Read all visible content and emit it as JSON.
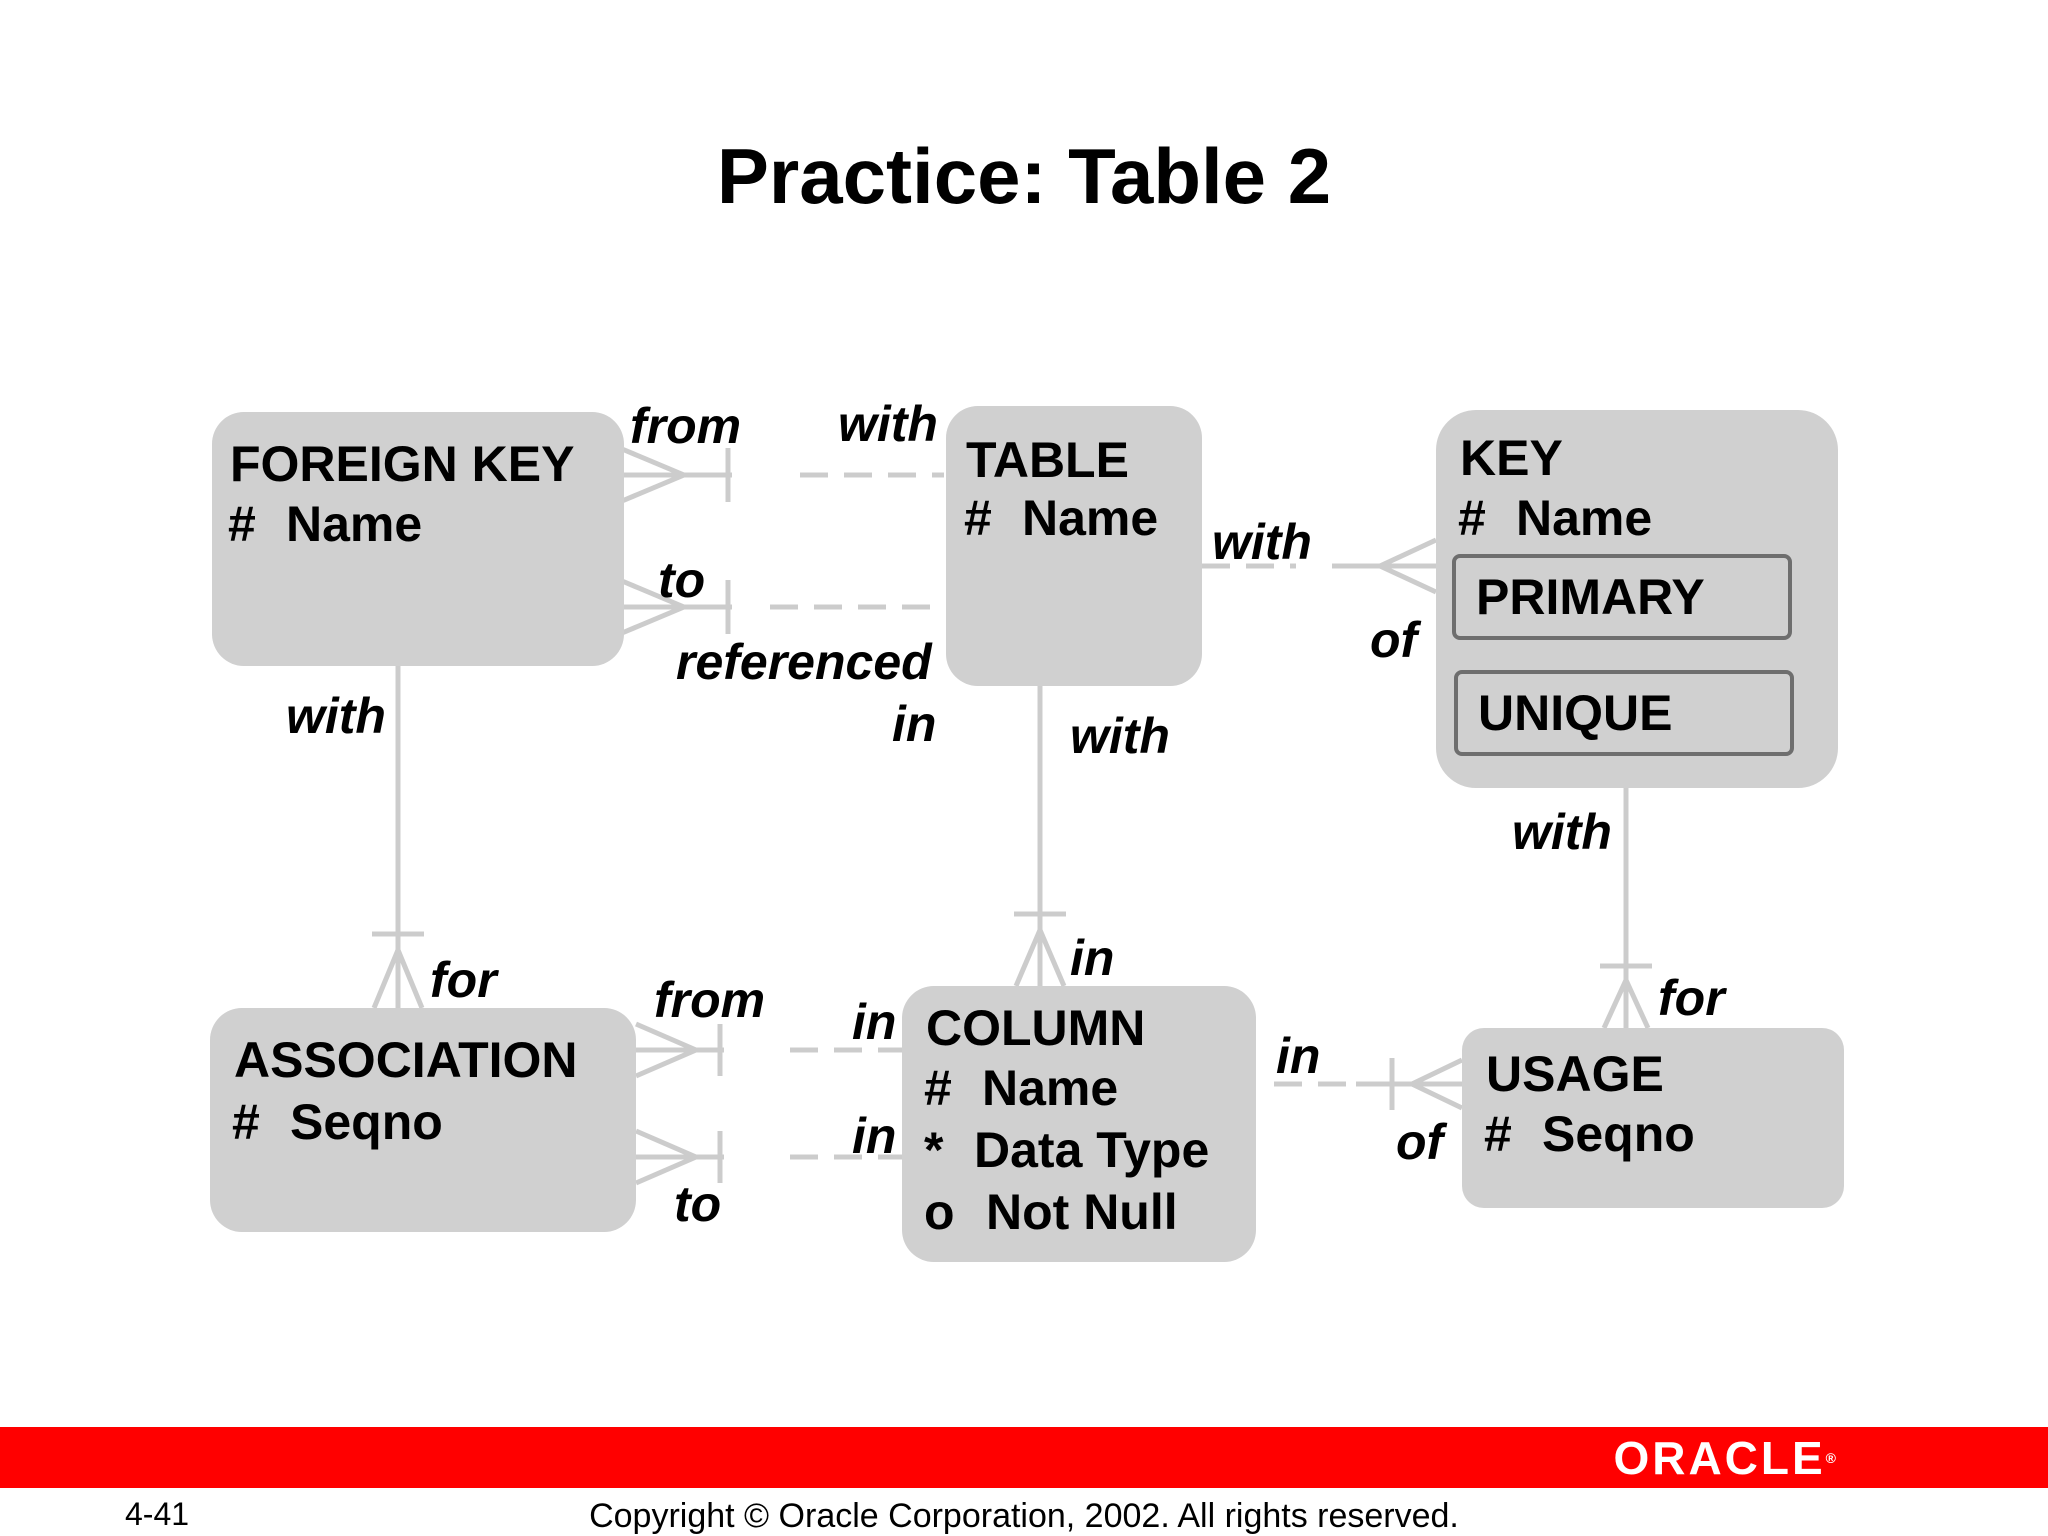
{
  "title": "Practice: Table 2",
  "entities": {
    "foreign_key": {
      "name": "FOREIGN KEY",
      "attrs": [
        {
          "sym": "#",
          "text": "Name"
        }
      ]
    },
    "table": {
      "name": "TABLE",
      "attrs": [
        {
          "sym": "#",
          "text": "Name"
        }
      ]
    },
    "key": {
      "name": "KEY",
      "attrs": [
        {
          "sym": "#",
          "text": "Name"
        }
      ],
      "subtypes": [
        "PRIMARY",
        "UNIQUE"
      ]
    },
    "association": {
      "name": "ASSOCIATION",
      "attrs": [
        {
          "sym": "#",
          "text": "Seqno"
        }
      ]
    },
    "column": {
      "name": "COLUMN",
      "attrs": [
        {
          "sym": "#",
          "text": "Name"
        },
        {
          "sym": "*",
          "text": "Data Type"
        },
        {
          "sym": "o",
          "text": "Not Null"
        }
      ]
    },
    "usage": {
      "name": "USAGE",
      "attrs": [
        {
          "sym": "#",
          "text": "Seqno"
        }
      ]
    }
  },
  "relationships": {
    "fk_from": "from",
    "table_with_top": "with",
    "fk_to": "to",
    "table_referenced": "referenced",
    "table_referenced_in": "in",
    "table_with_key": "with",
    "key_of": "of",
    "fk_with": "with",
    "table_with_column": "with",
    "key_with": "with",
    "assoc_for": "for",
    "column_in_top": "in",
    "assoc_from": "from",
    "column_in_from": "in",
    "column_in_to": "in",
    "assoc_to": "to",
    "column_in_usage": "in",
    "usage_for": "for",
    "usage_of": "of"
  },
  "colors": {
    "entity_fill": "#d0d0d0",
    "connector": "#cccccc",
    "footer_bar": "#ff0000"
  },
  "footer": {
    "page_number": "4-41",
    "copyright": "Copyright © Oracle Corporation, 2002. All rights reserved.",
    "logo": "ORACLE",
    "logo_mark": "®"
  }
}
